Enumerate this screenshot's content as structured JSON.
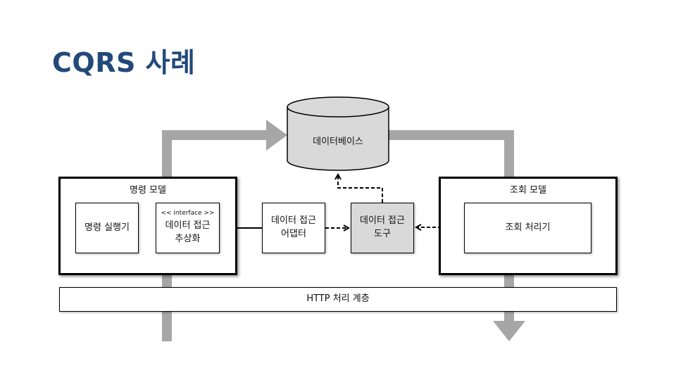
{
  "title": "CQRS 사례",
  "database": {
    "label": "데이터베이스"
  },
  "command_model": {
    "label": "명령 모델",
    "executor": "명령 실행기",
    "abstraction": {
      "stereotype": "<< interface >>",
      "line1": "데이터 접근",
      "line2": "추상화"
    }
  },
  "adapter": {
    "line1": "데이터 접근",
    "line2": "어댑터"
  },
  "tool": {
    "line1": "데이터 접근",
    "line2": "도구"
  },
  "query_model": {
    "label": "조회 모델",
    "processor": "조회 처리기"
  },
  "http_layer": {
    "label": "HTTP 처리 계층"
  },
  "colors": {
    "title": "#22497a",
    "flow_arrow": "#a6a6a6",
    "database_fill": "#d9d9d9",
    "tool_fill": "#d9d9d9"
  }
}
